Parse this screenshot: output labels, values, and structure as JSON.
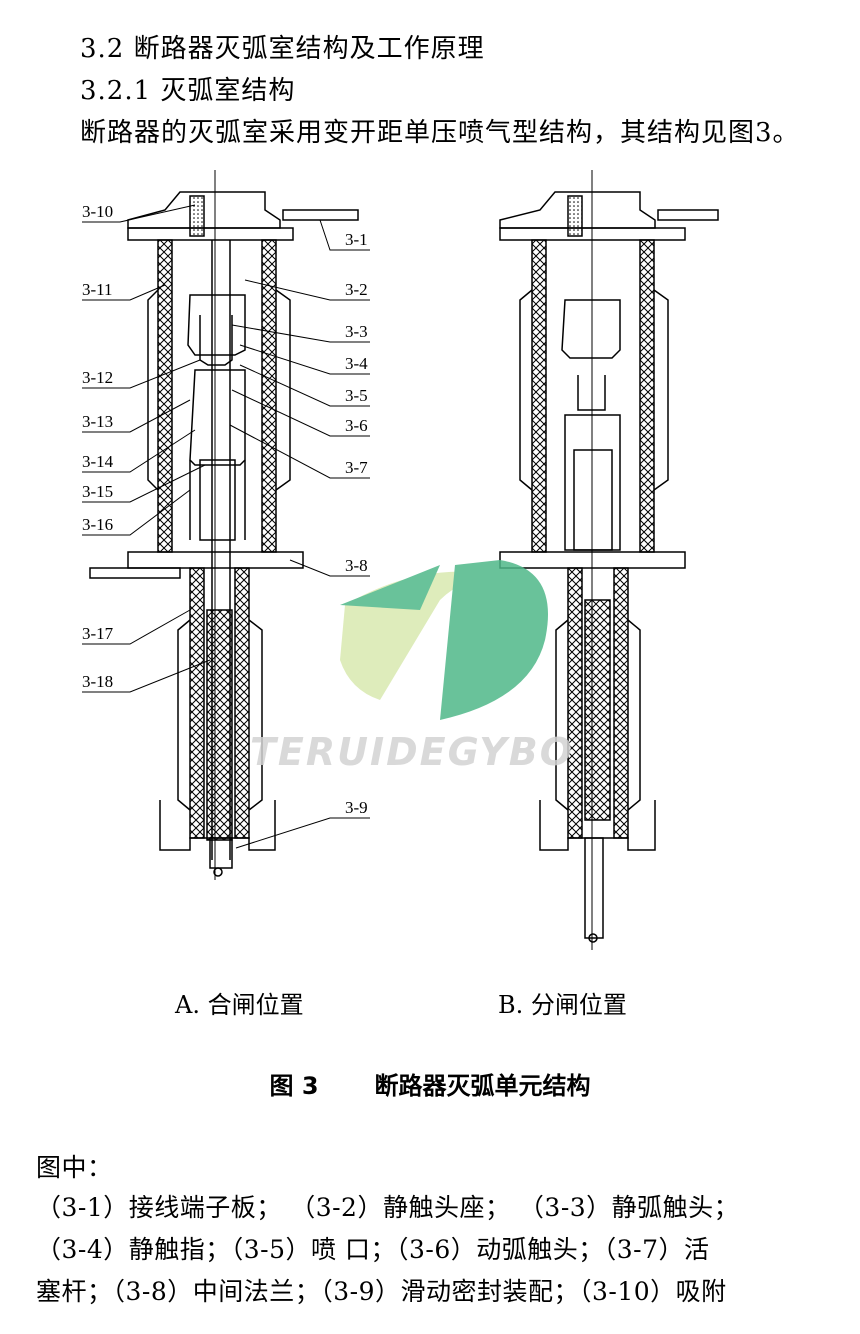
{
  "heading": {
    "section": "3.2 断路器灭弧室结构及工作原理",
    "subsection": "3.2.1 灭弧室结构"
  },
  "intro": "断路器的灭弧室采用变开距单压喷气型结构，其结构见图3。",
  "figure": {
    "labels_left": [
      "3-10",
      "3-11",
      "3-12",
      "3-13",
      "3-14",
      "3-15",
      "3-16",
      "3-17",
      "3-18"
    ],
    "labels_right": [
      "3-1",
      "3-2",
      "3-3",
      "3-4",
      "3-5",
      "3-6",
      "3-7",
      "3-8",
      "3-9"
    ],
    "caption_a": "A.  合闸位置",
    "caption_b": "B.  分闸位置",
    "watermark": "TERUIDEGYBO",
    "title_num": "图 3",
    "title_text": "断路器灭弧单元结构"
  },
  "legend": {
    "head": "图中：",
    "line1": "（3-1）接线端子板； （3-2）静触头座； （3-3）静弧触头；",
    "line2": "（3-4）静触指；（3-5）喷  口；（3-6）动弧触头；（3-7）活",
    "line3": "塞杆；（3-8）中间法兰；（3-9）滑动密封装配；（3-10）吸附"
  }
}
